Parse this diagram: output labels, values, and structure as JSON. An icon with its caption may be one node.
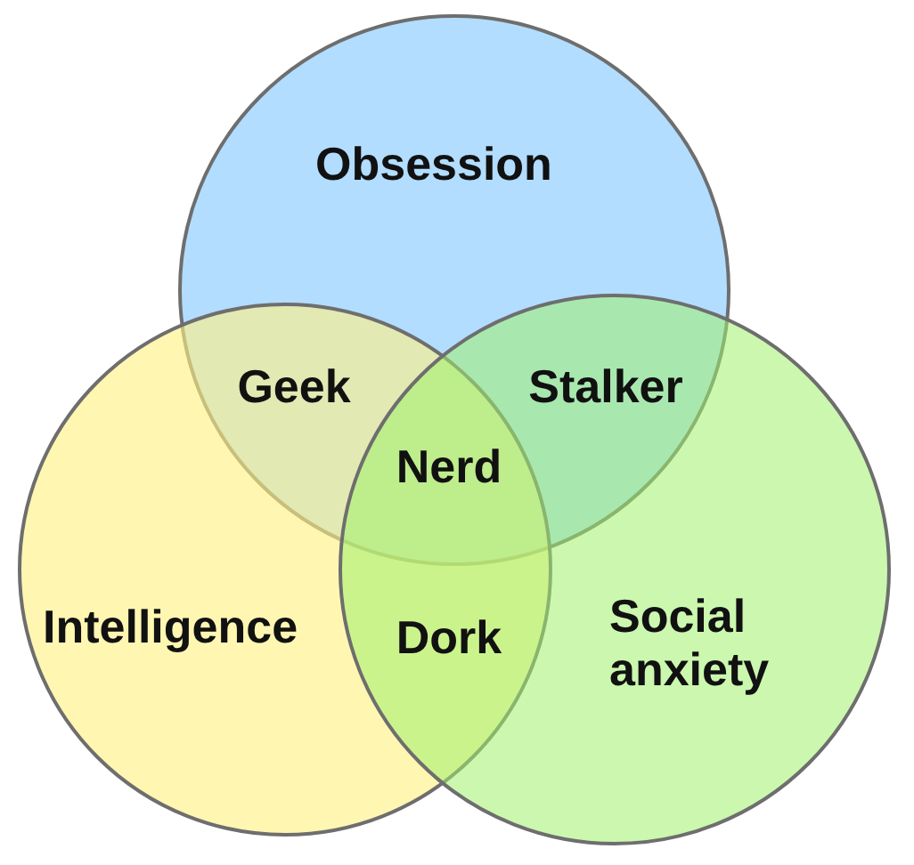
{
  "diagram": {
    "nodes": [
      {
        "text": [
          "Obsession"
        ]
      },
      {
        "text": [
          "Intelligence"
        ]
      },
      {
        "text": [
          "Social anxiety"
        ]
      }
    ],
    "labels": [
      "Geek",
      "Stalker",
      "Nerd",
      "Dork"
    ]
  }
}
